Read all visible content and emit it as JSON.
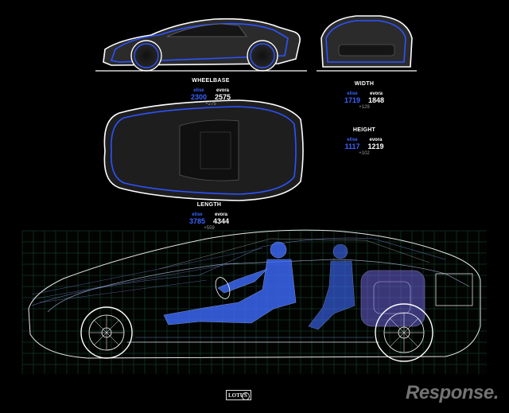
{
  "wheelbase": {
    "title": "WHEELBASE",
    "elise_label": "elise",
    "elise_value": "2300",
    "evora_label": "evora",
    "evora_value": "2575",
    "diff": "+275"
  },
  "width": {
    "title": "WIDTH",
    "elise_label": "elise",
    "elise_value": "1719",
    "evora_label": "evora",
    "evora_value": "1848",
    "diff": "+129"
  },
  "height": {
    "title": "HEIGHT",
    "elise_label": "elise",
    "elise_value": "1117",
    "evora_label": "evora",
    "evora_value": "1219",
    "diff": "+102"
  },
  "length": {
    "title": "LENGTH",
    "elise_label": "elise",
    "elise_value": "3785",
    "evora_label": "evora",
    "evora_value": "4344",
    "diff": "+559"
  },
  "logo_text": "LOTUS",
  "watermark": "Response.",
  "colors": {
    "elise": "#3a63ff",
    "evora": "#ffffff",
    "grid": "#1f5f4a",
    "xray_blue": "#5c84ff"
  }
}
